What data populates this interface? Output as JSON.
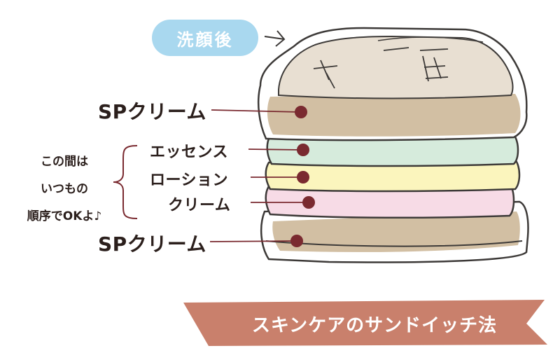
{
  "tag": {
    "label": "洗顔後"
  },
  "layers": {
    "top_sp": "SPクリーム",
    "essence": "エッセンス",
    "lotion": "ローション",
    "cream": "クリーム",
    "bottom_sp": "SPクリーム"
  },
  "note": {
    "line1": "この間は",
    "line2": "いつもの",
    "line3": "順序でOKよ♪"
  },
  "title": "スキンケアのサンドイッチ法",
  "colors": {
    "bread": "#d2bfa3",
    "bread_top": "#e8dfd2",
    "essence": "#d6ebdc",
    "lotion": "#fbf5bd",
    "cream": "#f7dbe6",
    "dot": "#7a2a30",
    "tag": "#a9d8ef",
    "ribbon": "#c9806c",
    "outline": "#3d3a38"
  }
}
